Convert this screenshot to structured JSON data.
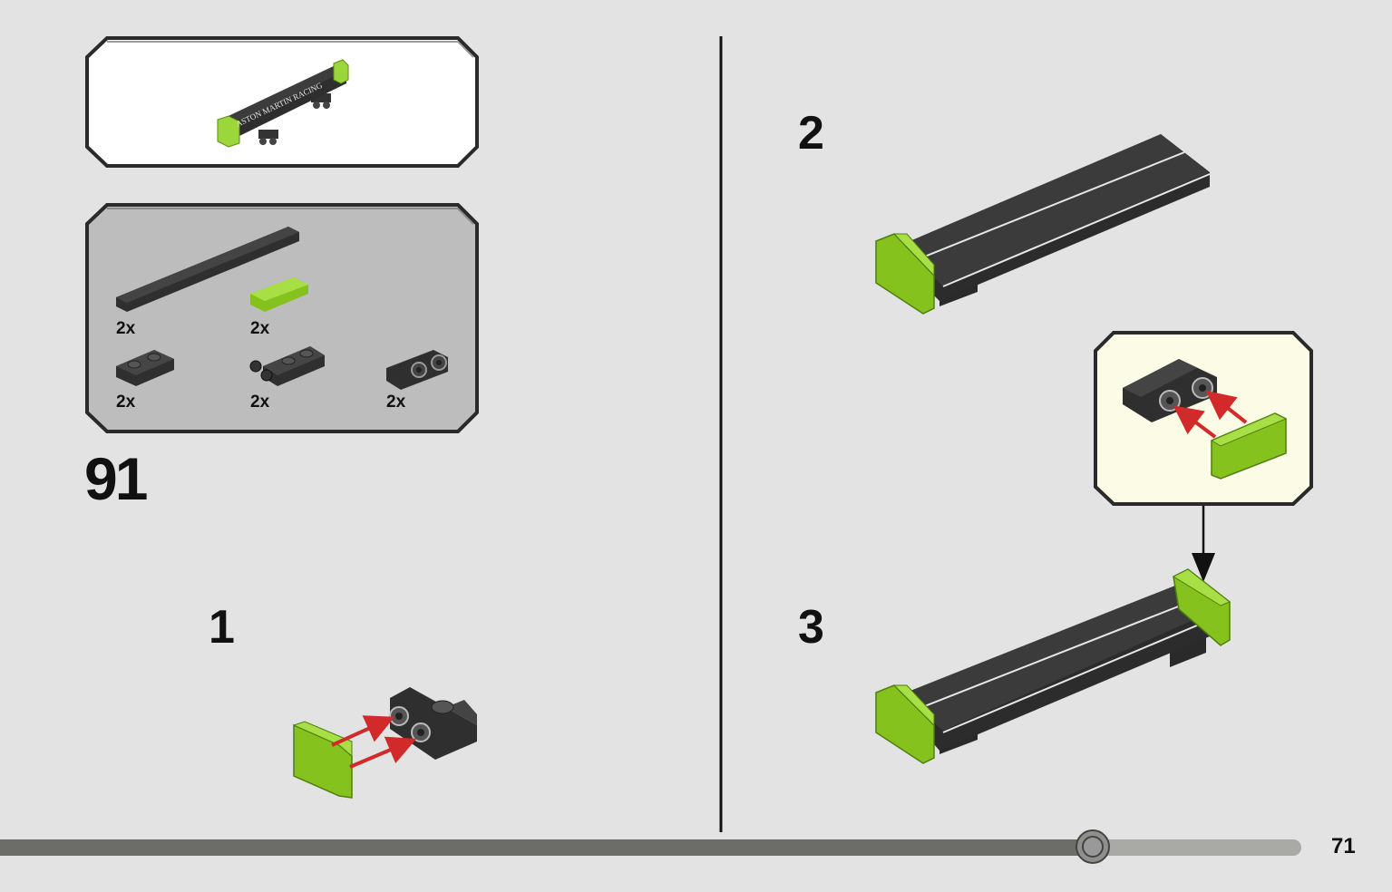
{
  "page": {
    "number": "71"
  },
  "main_step": {
    "number": "91"
  },
  "substeps": [
    {
      "number": "1"
    },
    {
      "number": "2"
    },
    {
      "number": "3"
    }
  ],
  "preview": {
    "decal_text": "ASTON MARTIN RACING"
  },
  "parts_list": [
    {
      "qty": "2x",
      "part": "black-plate-1x8-icon"
    },
    {
      "qty": "2x",
      "part": "lime-tile-1x2-icon"
    },
    {
      "qty": "2x",
      "part": "black-plate-1x2-icon"
    },
    {
      "qty": "2x",
      "part": "black-plate-with-clips-icon"
    },
    {
      "qty": "2x",
      "part": "black-bracket-1x2-icon"
    }
  ],
  "progress": {
    "fraction": 0.84
  },
  "colors": {
    "background": "#e3e3e3",
    "lime": "#9bd63a",
    "dark_part": "#3a3a3a",
    "arrow_red": "#d22a2a",
    "callout_bg": "#fbfbe6",
    "parts_bg": "#bdbdbd"
  }
}
